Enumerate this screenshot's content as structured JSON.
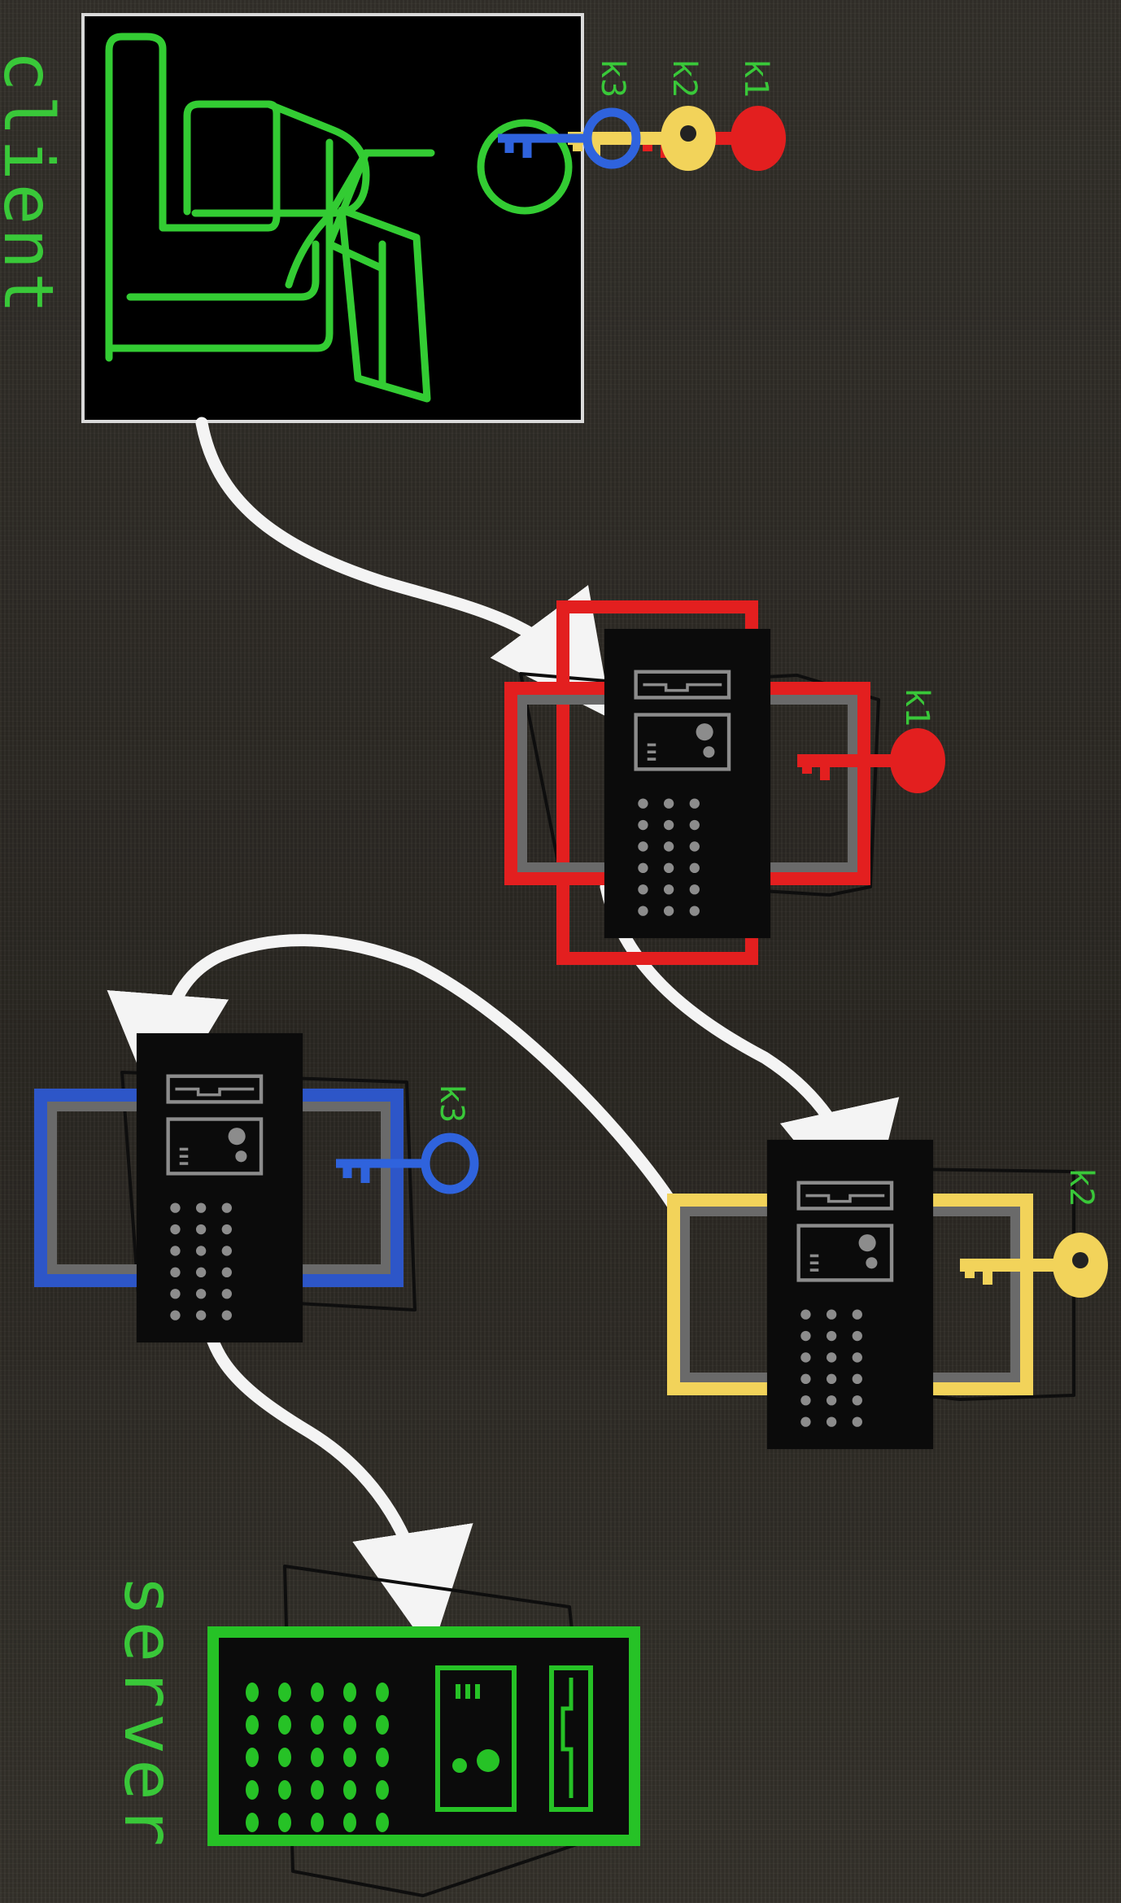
{
  "labels": {
    "client": "client",
    "server": "server"
  },
  "keys": [
    {
      "label": "k1",
      "color": "#e31f1f"
    },
    {
      "label": "k2",
      "color": "#f2d35a"
    },
    {
      "label": "k3",
      "color": "#2f63dd"
    }
  ],
  "relays": [
    {
      "key": "k1",
      "border_color": "#e31f1f"
    },
    {
      "key": "k2",
      "border_color": "#f2d35a"
    },
    {
      "key": "k3",
      "border_color": "#2d56c8"
    }
  ],
  "server_color": "#26c226",
  "client_figure_color": "#33cc33",
  "arrow_color": "#f4f4f4",
  "icons": [
    "person-at-computer-icon",
    "key-icon",
    "server-tower-icon",
    "arrow-icon"
  ]
}
